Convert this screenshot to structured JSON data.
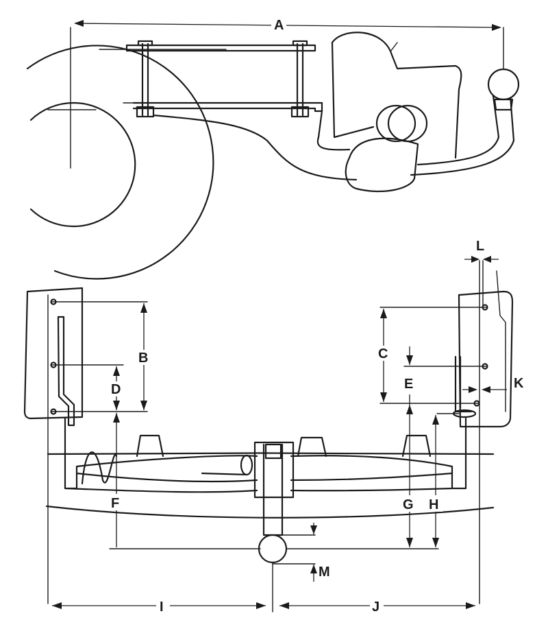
{
  "diagram": {
    "labels": {
      "A": "A",
      "B": "B",
      "C": "C",
      "D": "D",
      "E": "E",
      "F": "F",
      "G": "G",
      "H": "H",
      "I": "I",
      "J": "J",
      "K": "K",
      "L": "L",
      "M": "M"
    }
  }
}
